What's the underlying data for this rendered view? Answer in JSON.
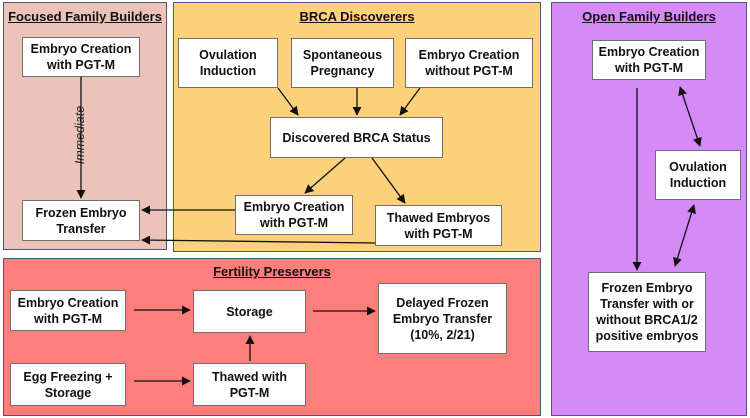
{
  "colors": {
    "focused_bg": "#ebc3b8",
    "brca_bg": "#fdd17b",
    "open_bg": "#d58af8",
    "fertility_bg": "#fd7f7b",
    "border": "#4a5a78",
    "arrow": "#111111"
  },
  "panels": {
    "focused": {
      "title": "Focused Family Builders"
    },
    "brca": {
      "title": "BRCA Discoverers"
    },
    "open": {
      "title": "Open Family Builders"
    },
    "fertility": {
      "title": "Fertility Preservers"
    }
  },
  "nodes": {
    "ff_embryo_creation": [
      "Embryo Creation",
      "with PGT-M"
    ],
    "ff_frozen_transfer": [
      "Frozen Embryo",
      "Transfer"
    ],
    "bd_ovulation_induction": [
      "Ovulation",
      "Induction"
    ],
    "bd_spontaneous": [
      "Spontaneous",
      "Pregnancy"
    ],
    "bd_embryo_no_pgtm": [
      "Embryo Creation",
      "without PGT-M"
    ],
    "bd_discovered": [
      "Discovered BRCA Status"
    ],
    "bd_embryo_pgtm": [
      "Embryo Creation",
      "with PGT-M"
    ],
    "bd_thawed": [
      "Thawed Embryos",
      "with PGT-M"
    ],
    "of_embryo_creation": [
      "Embryo Creation",
      "with PGT-M"
    ],
    "of_ovulation": [
      "Ovulation",
      "Induction"
    ],
    "of_frozen_transfer": [
      "Frozen Embryo",
      "Transfer with or",
      "without BRCA1/2",
      "positive embryos"
    ],
    "fp_embryo_creation": [
      "Embryo Creation",
      "with PGT-M"
    ],
    "fp_storage": [
      "Storage"
    ],
    "fp_delayed": [
      "Delayed Frozen",
      "Embryo Transfer",
      "(10%, 2/21)"
    ],
    "fp_egg_freezing": [
      "Egg Freezing +",
      "Storage"
    ],
    "fp_thawed": [
      "Thawed with",
      "PGT-M"
    ]
  },
  "edge_labels": {
    "immediate": "Immediate"
  }
}
